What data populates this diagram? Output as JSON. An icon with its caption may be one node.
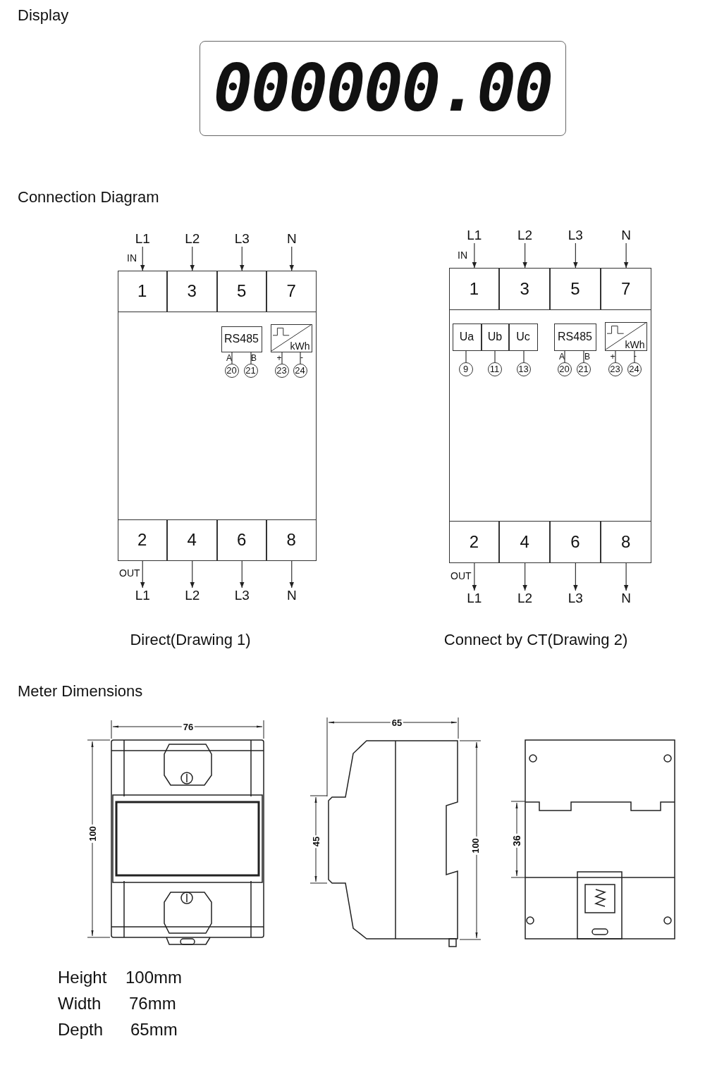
{
  "diagram": {
    "nodes": [
      {
        "text": [
          "000000.00"
        ]
      },
      {
        "text": [
          "L1"
        ]
      },
      {
        "text": [
          "L2"
        ]
      },
      {
        "text": [
          "L3"
        ]
      },
      {
        "text": [
          "N"
        ]
      },
      {
        "text": [],
        "shape": "box"
      },
      {
        "text": [
          "1"
        ],
        "in": 5
      },
      {
        "text": [
          "3"
        ],
        "in": 5
      },
      {
        "text": [
          "5"
        ],
        "in": 5
      },
      {
        "text": [
          "7"
        ],
        "in": 5
      },
      {
        "text": [
          "RS485"
        ],
        "in": 5
      },
      {
        "text": [
          "kWh"
        ],
        "in": 5
      },
      {
        "text": [
          "20"
        ],
        "in": 5
      },
      {
        "text": [
          "21"
        ],
        "in": 5
      },
      {
        "text": [
          "23"
        ],
        "in": 5
      },
      {
        "text": [
          "24"
        ],
        "in": 5
      },
      {
        "text": [
          "2"
        ],
        "in": 5
      },
      {
        "text": [
          "4"
        ],
        "in": 5
      },
      {
        "text": [
          "6"
        ],
        "in": 5
      },
      {
        "text": [
          "8"
        ],
        "in": 5
      },
      {
        "text": [
          "L1"
        ]
      },
      {
        "text": [
          "L2"
        ]
      },
      {
        "text": [
          "L3"
        ]
      },
      {
        "text": [
          "N"
        ]
      },
      {
        "text": [
          "L1"
        ]
      },
      {
        "text": [
          "L2"
        ]
      },
      {
        "text": [
          "L3"
        ]
      },
      {
        "text": [
          "N"
        ]
      },
      {
        "text": [],
        "shape": "box"
      },
      {
        "text": [
          "1"
        ],
        "in": 28
      },
      {
        "text": [
          "3"
        ],
        "in": 28
      },
      {
        "text": [
          "5"
        ],
        "in": 28
      },
      {
        "text": [
          "7"
        ],
        "in": 28
      },
      {
        "text": [
          "Ua"
        ],
        "in": 28
      },
      {
        "text": [
          "Ub"
        ],
        "in": 28
      },
      {
        "text": [
          "Uc"
        ],
        "in": 28
      },
      {
        "text": [
          "RS485"
        ],
        "in": 28
      },
      {
        "text": [
          "kWh"
        ],
        "in": 28
      },
      {
        "text": [
          "9"
        ],
        "in": 28
      },
      {
        "text": [
          "11"
        ],
        "in": 28
      },
      {
        "text": [
          "13"
        ],
        "in": 28
      },
      {
        "text": [
          "20"
        ],
        "in": 28
      },
      {
        "text": [
          "21"
        ],
        "in": 28
      },
      {
        "text": [
          "23"
        ],
        "in": 28
      },
      {
        "text": [
          "24"
        ],
        "in": 28
      },
      {
        "text": [
          "2"
        ],
        "in": 28
      },
      {
        "text": [
          "4"
        ],
        "in": 28
      },
      {
        "text": [
          "6"
        ],
        "in": 28
      },
      {
        "text": [
          "8"
        ],
        "in": 28
      },
      {
        "text": [
          "L1"
        ]
      },
      {
        "text": [
          "L2"
        ]
      },
      {
        "text": [
          "L3"
        ]
      },
      {
        "text": [
          "N"
        ]
      }
    ],
    "edges": [
      {
        "from": 1,
        "to": 6,
        "arrow": "to"
      },
      {
        "from": 2,
        "to": 7,
        "arrow": "to"
      },
      {
        "from": 3,
        "to": 8,
        "arrow": "to"
      },
      {
        "from": 4,
        "to": 9,
        "arrow": "to"
      },
      {
        "from": 10,
        "to": 12,
        "arrow": "none"
      },
      {
        "from": 10,
        "to": 13,
        "arrow": "none"
      },
      {
        "from": 11,
        "to": 14,
        "arrow": "none"
      },
      {
        "from": 11,
        "to": 15,
        "arrow": "none"
      },
      {
        "from": 16,
        "to": 20,
        "arrow": "to"
      },
      {
        "from": 17,
        "to": 21,
        "arrow": "to"
      },
      {
        "from": 18,
        "to": 22,
        "arrow": "to"
      },
      {
        "from": 19,
        "to": 23,
        "arrow": "to"
      },
      {
        "from": 24,
        "to": 29,
        "arrow": "to"
      },
      {
        "from": 25,
        "to": 30,
        "arrow": "to"
      },
      {
        "from": 26,
        "to": 31,
        "arrow": "to"
      },
      {
        "from": 27,
        "to": 32,
        "arrow": "to"
      },
      {
        "from": 33,
        "to": 38,
        "arrow": "none"
      },
      {
        "from": 34,
        "to": 39,
        "arrow": "none"
      },
      {
        "from": 35,
        "to": 40,
        "arrow": "none"
      },
      {
        "from": 36,
        "to": 41,
        "arrow": "none"
      },
      {
        "from": 36,
        "to": 42,
        "arrow": "none"
      },
      {
        "from": 37,
        "to": 43,
        "arrow": "none"
      },
      {
        "from": 37,
        "to": 44,
        "arrow": "none"
      },
      {
        "from": 45,
        "to": 49,
        "arrow": "to"
      },
      {
        "from": 46,
        "to": 50,
        "arrow": "to"
      },
      {
        "from": 47,
        "to": 51,
        "arrow": "to"
      },
      {
        "from": 48,
        "to": 52,
        "arrow": "to"
      }
    ],
    "labels": [
      "Display",
      "Connection Diagram",
      "IN",
      "A",
      "B",
      "+",
      "-",
      "OUT",
      "IN",
      "A",
      "B",
      "+",
      "-",
      "OUT",
      "Direct(Drawing 1)",
      "Connect by CT(Drawing 2)",
      "Meter Dimensions",
      "76",
      "100",
      "65",
      "45",
      "100",
      "36",
      "Height",
      "100mm",
      "Width",
      "76mm",
      "Depth",
      "65mm"
    ]
  }
}
